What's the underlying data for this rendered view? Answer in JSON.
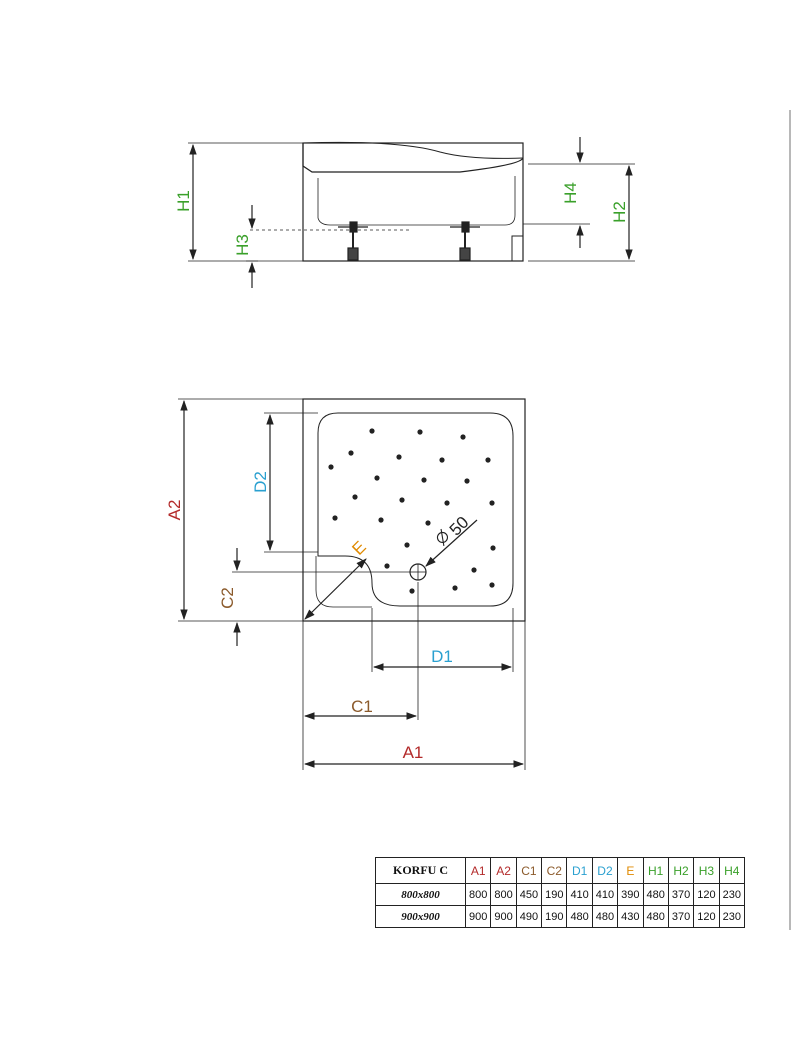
{
  "colors": {
    "red": "#b32a2a",
    "brown": "#8b5a2b",
    "cyan": "#2aa0d0",
    "orange": "#e08a00",
    "green": "#3aa02a",
    "line": "#222222"
  },
  "side_view": {
    "labels": {
      "h1": "H1",
      "h2": "H2",
      "h3": "H3",
      "h4": "H4"
    }
  },
  "top_view": {
    "labels": {
      "a1": "A1",
      "a2": "A2",
      "c1": "C1",
      "c2": "C2",
      "d1": "D1",
      "d2": "D2",
      "e": "E",
      "drain": "50"
    }
  },
  "table": {
    "model": "KORFU C",
    "columns": [
      "A1",
      "A2",
      "C1",
      "C2",
      "D1",
      "D2",
      "E",
      "H1",
      "H2",
      "H3",
      "H4"
    ],
    "column_colors": [
      "red",
      "red",
      "brown",
      "brown",
      "cyan",
      "cyan",
      "orange",
      "green",
      "green",
      "green",
      "green"
    ],
    "rows": [
      {
        "size": "800x800",
        "values": [
          "800",
          "800",
          "450",
          "190",
          "410",
          "410",
          "390",
          "480",
          "370",
          "120",
          "230"
        ]
      },
      {
        "size": "900x900",
        "values": [
          "900",
          "900",
          "490",
          "190",
          "480",
          "480",
          "430",
          "480",
          "370",
          "120",
          "230"
        ]
      }
    ]
  }
}
